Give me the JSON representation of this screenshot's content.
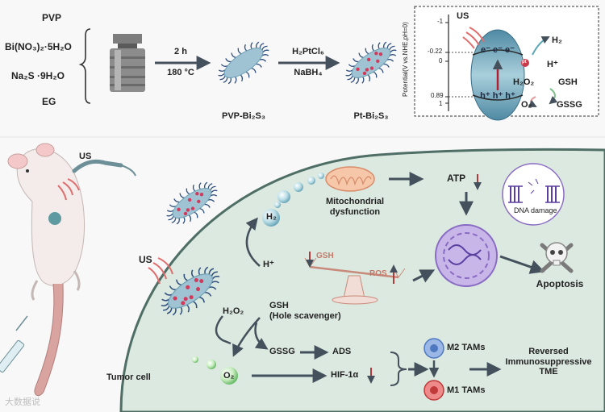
{
  "synthesis": {
    "reagents": [
      "PVP",
      "Bi(NO₃)₂·5H₂O",
      "Na₂S ·9H₂O",
      "EG"
    ],
    "step1_time": "2 h",
    "step1_temp": "180 °C",
    "product1": "PVP-Bi₂S₃",
    "step2_reagent1": "H₂PtCl₆",
    "step2_reagent2": "NaBH₄",
    "product2": "Pt-Bi₂S₃"
  },
  "band_panel": {
    "axis_label": "Potential(V vs.NHE,pH=0)",
    "ticks": [
      "-1",
      "-0.22",
      "0",
      "0.89",
      "1"
    ],
    "us": "US",
    "electrons": "e⁻ e⁻ e⁻",
    "holes": "h⁺ h⁺ h⁺",
    "pt": "pt",
    "h2": "H₂",
    "h_plus": "H⁺",
    "h2o2": "H₂O₂",
    "o2": "O₂",
    "gsh": "GSH",
    "gssg": "GSSG"
  },
  "cell": {
    "us_mouse": "US",
    "us_cell": "US",
    "h2": "H₂",
    "h_plus": "H⁺",
    "mito": "Mitochondrial\ndysfunction",
    "atp": "ATP",
    "dna": "DNA damage",
    "gsh_balance": "GSH",
    "ros": "ROS",
    "apoptosis": "Apoptosis",
    "h2o2": "H₂O₂",
    "gsh_hole": "GSH\n(Hole scavenger)",
    "gssg": "GSSG",
    "ads": "ADS",
    "o2": "O₂",
    "hif": "HIF-1α",
    "tumor": "Tumor cell",
    "m2": "M2 TAMs",
    "m1": "M1 TAMs",
    "tme": "Reversed\nImmunosuppressive\nTME"
  },
  "watermark": "大数据说",
  "colors": {
    "arrow": "#44515c",
    "down_arrow": "#b23a3a",
    "particle": "#9fc3d3",
    "ligand": "#2f4f7f",
    "dot": "#d23a5c",
    "cell_fill": "#dce9e0",
    "cell_border": "#4e6e66"
  }
}
